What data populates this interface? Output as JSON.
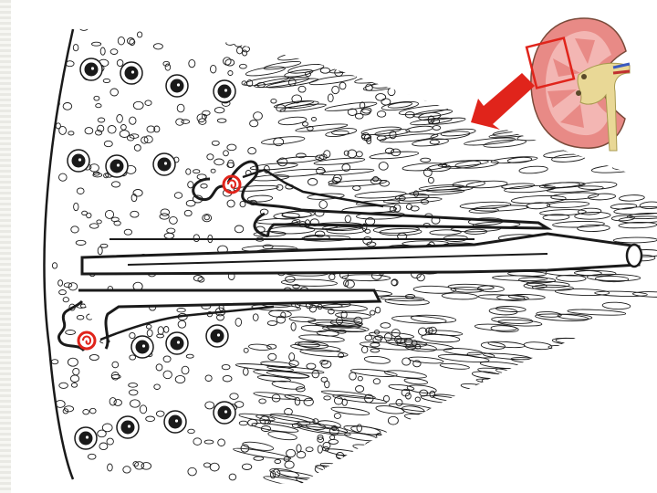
{
  "slide": {
    "background": "#ffffff",
    "edge_texture_color": "#e9e9e4"
  },
  "illustration": {
    "subject": "renal-lobe-nephron-diagram",
    "ink_color": "#1a1a1a",
    "glomerulus_color": "#e0241b",
    "glomeruli_count": 2,
    "cross_section_tubules_count": 14
  },
  "inset": {
    "subject": "kidney-cross-section",
    "highlight_box_color": "#e0241b",
    "cortex_color": "#e88a86",
    "medulla_color": "#f3b6b3",
    "pelvis_color": "#e9d896"
  },
  "pointer_arrow": {
    "color": "#e0241b",
    "icon": "arrow-down-left-icon"
  }
}
